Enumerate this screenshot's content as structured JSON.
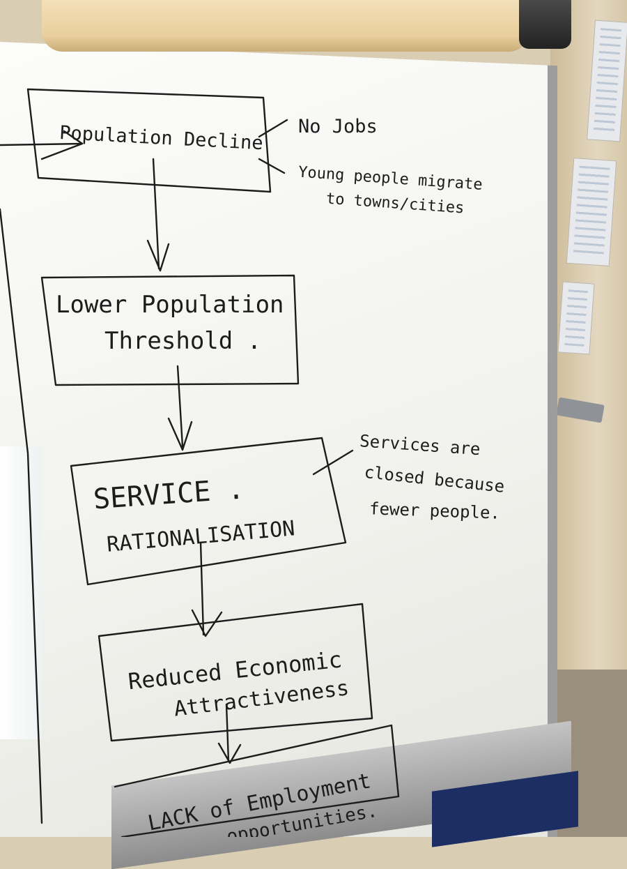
{
  "diagram": {
    "boxes": [
      {
        "id": "population-decline",
        "lines": [
          "Population Decline"
        ]
      },
      {
        "id": "lower-population-threshold",
        "lines": [
          "Lower Population",
          "Threshold ."
        ]
      },
      {
        "id": "service-rationalisation",
        "lines": [
          "SERVICE .",
          "RATIONALISATION"
        ]
      },
      {
        "id": "reduced-economic-attractiveness",
        "lines": [
          "Reduced Economic",
          "Attractiveness"
        ]
      },
      {
        "id": "lack-of-employment",
        "lines": [
          "LACK of Employment",
          "opportunities."
        ]
      }
    ],
    "notes": [
      {
        "id": "no-jobs",
        "lines": [
          "No Jobs"
        ]
      },
      {
        "id": "young-people-migrate",
        "lines": [
          "Young people migrate",
          "to towns/cities"
        ]
      },
      {
        "id": "services-closed",
        "lines": [
          "Services are",
          "closed because",
          "fewer people."
        ]
      }
    ]
  },
  "colors": {
    "marker": "#1c1c1c",
    "whiteboard": "#f7f7f4",
    "paper_roll": "#eed7a9",
    "wall": "#d9cdb4"
  }
}
